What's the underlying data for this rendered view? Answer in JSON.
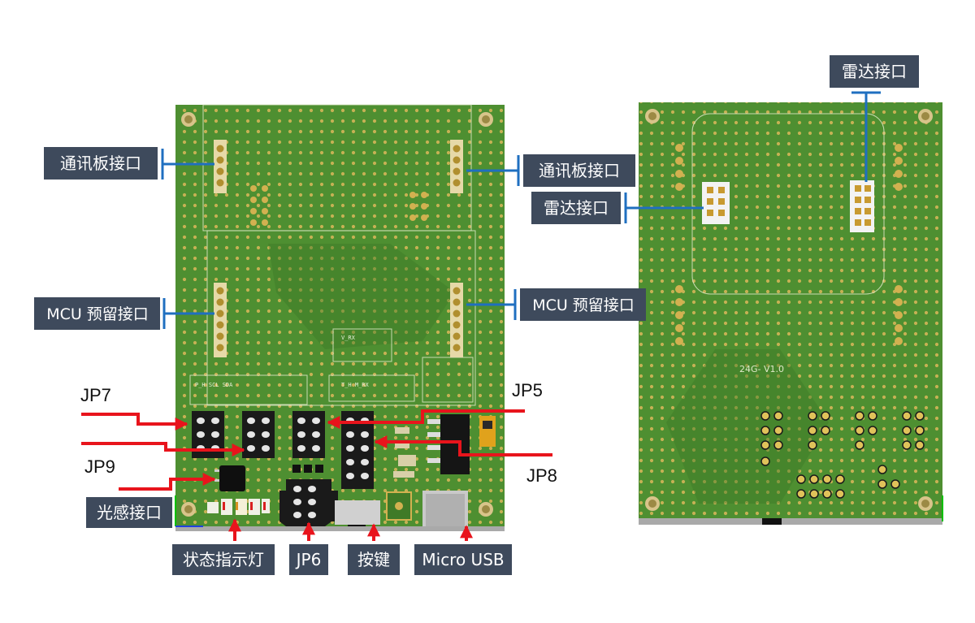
{
  "labels": {
    "comm_left": "通讯板接口",
    "comm_right": "通讯板接口",
    "mcu_left": "MCU 预留接口",
    "mcu_right": "MCU 预留接口",
    "radar_top": "雷达接口",
    "radar_mid": "雷达接口",
    "light": "光感接口",
    "status": "状态指示灯",
    "jp6": "JP6",
    "button": "按键",
    "usb": "Micro USB"
  },
  "jumpers": {
    "jp7": "JP7",
    "jp9": "JP9",
    "jp5": "JP5",
    "jp8": "JP8"
  },
  "board": {
    "version_silk": "24G- V1.0"
  },
  "colors": {
    "pcb": "#4f8f2f",
    "pad": "#c8a84a",
    "label_bg": "#3e4a5c",
    "callout_blue": "#1f6fc0",
    "arrow_red": "#e8141c"
  }
}
